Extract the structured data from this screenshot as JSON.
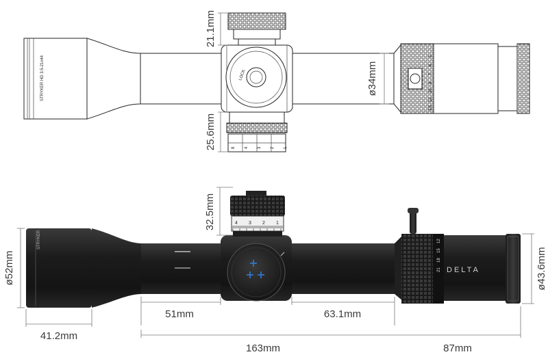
{
  "top_view": {
    "brand_label": "STRYKER HD 3.5-21x44",
    "dims": {
      "turret_top": "21.1mm",
      "turret_bottom": "25.6mm",
      "tube": "ø34mm"
    },
    "mag_numbers": [
      "3.5",
      "12",
      "10",
      "8",
      "7",
      "6",
      "5"
    ],
    "elev_numbers": [
      "8",
      "4",
      "3",
      "2",
      "1"
    ]
  },
  "side_view": {
    "brand_label": "STRYKER",
    "logo_text": "DELTA",
    "dims": {
      "objective_dia": "ø52mm",
      "eyepiece_dia": "ø43.6mm",
      "turret_height": "32.5mm",
      "objective_len": "41.2mm",
      "front_tube": "51mm",
      "rear_tube": "63.1mm",
      "front_total": "163mm",
      "eyepiece_len": "87mm"
    },
    "mag_numbers": [
      "21",
      "18",
      "15",
      "12"
    ],
    "turret_numbers": [
      "4",
      "3",
      "2",
      "1"
    ]
  }
}
